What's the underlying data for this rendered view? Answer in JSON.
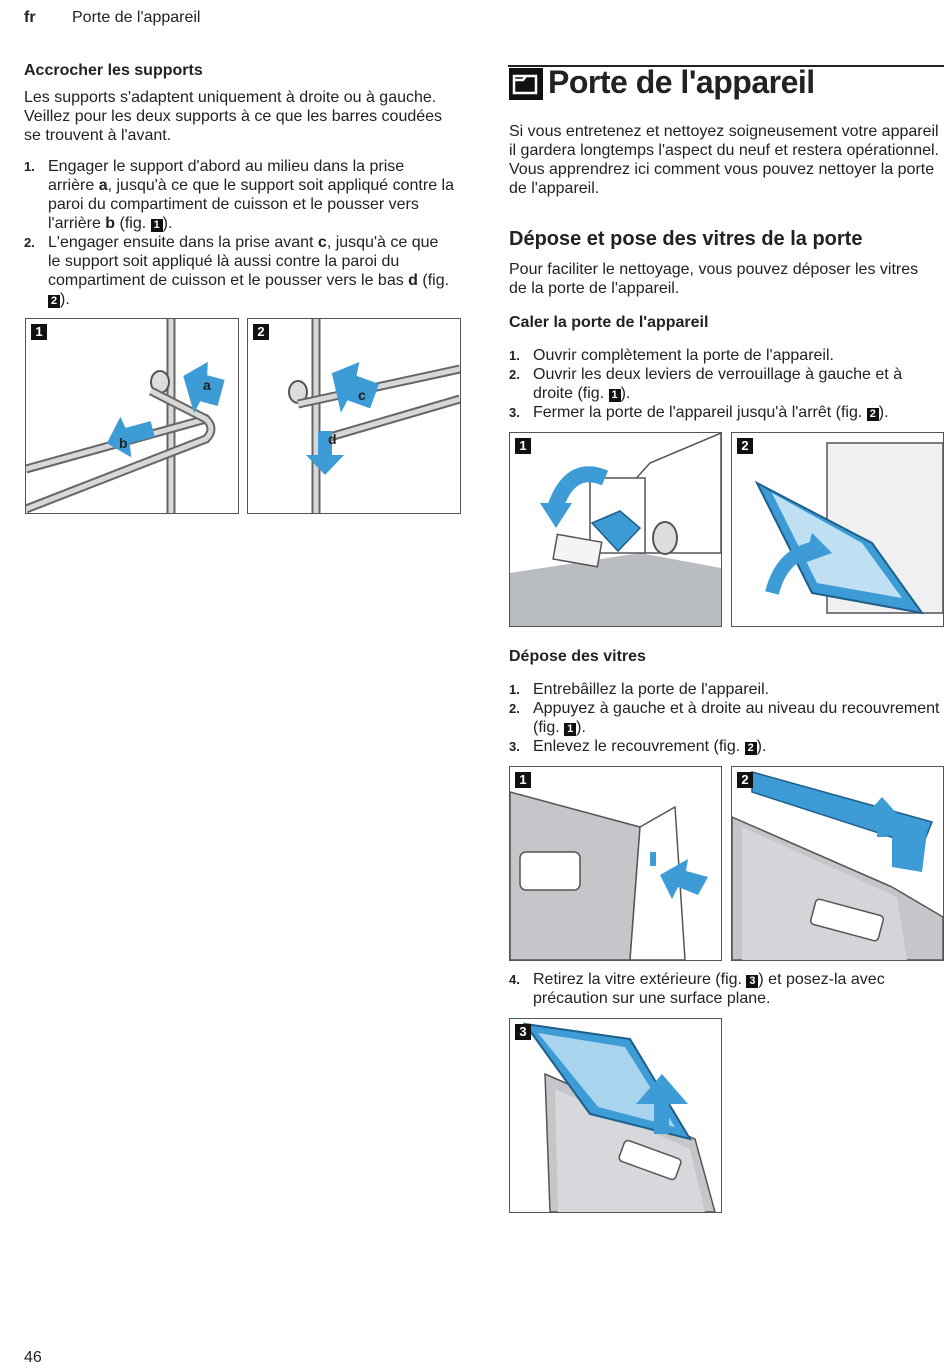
{
  "header": {
    "lang": "fr",
    "title": "Porte de l'appareil"
  },
  "page_number": "46",
  "left": {
    "heading": "Accrocher les supports",
    "intro": "Les supports s'adaptent uniquement à droite ou à gauche. Veillez pour les deux supports à ce que les barres coudées se trouvent à l'avant.",
    "steps": [
      {
        "num": "1.",
        "t1": "Engager le support d'abord au milieu dans la prise arrière ",
        "l1": "a",
        "t2": ", jusqu'à ce que le support soit appliqué contre la paroi du compartiment de cuisson et le pousser vers l'arrière ",
        "l2": "b",
        "t3": " (fig. ",
        "fig": "1",
        "t4": ")."
      },
      {
        "num": "2.",
        "t1": "L'engager ensuite dans la prise avant ",
        "l1": "c",
        "t2": ", jusqu'à ce que le support soit appliqué là aussi contre la paroi du compartiment de cuisson et le pousser vers le bas ",
        "l2": "d",
        "t3": " (fig. ",
        "fig": "2",
        "t4": ")."
      }
    ],
    "figures": [
      {
        "num": "1",
        "labels": [
          "a",
          "b"
        ]
      },
      {
        "num": "2",
        "labels": [
          "c",
          "d"
        ]
      }
    ]
  },
  "right": {
    "chapter_title": "Porte de l'appareil",
    "intro": " Si vous entretenez et nettoyez soigneusement votre appareil il gardera longtemps l'aspect du neuf et restera opérationnel. Vous apprendrez ici comment vous pouvez nettoyer la porte de l'appareil.",
    "section_heading": "Dépose et pose des vitres de la porte",
    "section_intro": "Pour faciliter le nettoyage, vous pouvez déposer les vitres de la porte de l'appareil.",
    "caler": {
      "heading": "Caler la porte de l'appareil",
      "steps": [
        {
          "num": "1.",
          "text": "Ouvrir complètement la porte de l'appareil."
        },
        {
          "num": "2.",
          "text": "Ouvrir les deux leviers de verrouillage à gauche et à droite (fig. ",
          "fig": "1",
          "after": ")."
        },
        {
          "num": "3.",
          "text": "Fermer la porte de l'appareil jusqu'à l'arrêt (fig. ",
          "fig": "2",
          "after": ")."
        }
      ],
      "figures": [
        "1",
        "2"
      ]
    },
    "depose": {
      "heading": "Dépose des vitres",
      "steps": [
        {
          "num": "1.",
          "text": "Entrebâillez la porte de l'appareil."
        },
        {
          "num": "2.",
          "text": "Appuyez à gauche et à droite au niveau du recouvrement (fig. ",
          "fig": "1",
          "after": ")."
        },
        {
          "num": "3.",
          "text": "Enlevez le recouvrement (fig. ",
          "fig": "2",
          "after": ")."
        }
      ],
      "figures": [
        "1",
        "2"
      ],
      "step4": {
        "num": "4.",
        "text": "Retirez la vitre extérieure (fig. ",
        "fig": "3",
        "after": ") et posez-la avec précaution sur une surface plane."
      },
      "figure3": "3"
    }
  },
  "colors": {
    "accent_blue": "#3d9bd6",
    "steel_gray": "#b9bcc0",
    "text": "#222222"
  }
}
